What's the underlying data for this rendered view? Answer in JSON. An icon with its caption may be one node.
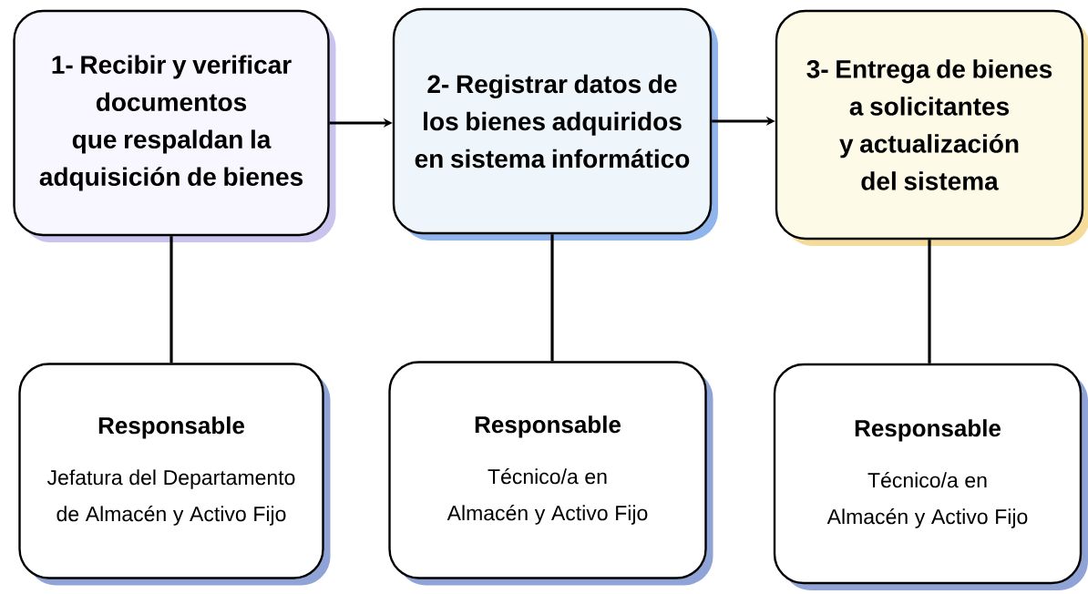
{
  "diagram": {
    "nodes": [
      {
        "text": [
          "1- Recibir y verificar documentos que respaldan la adquisición de bienes"
        ]
      },
      {
        "text": [
          "2- Registrar datos de los bienes adquiridos en sistema informático"
        ]
      },
      {
        "text": [
          "3-  Entrega de bienes a solicitantes y actualización del sistema"
        ]
      },
      {
        "text": [
          "Responsable",
          "Jefatura del Departamento de Almacén y Activo Fijo"
        ]
      },
      {
        "text": [
          "Responsable",
          "Técnico/a en Almacén y Activo Fijo"
        ]
      },
      {
        "text": [
          "Responsable",
          "Técnico/a en Almacén y Activo Fijo"
        ]
      }
    ],
    "edges": [
      {
        "from": 0,
        "to": 1,
        "arrow": "to"
      },
      {
        "from": 1,
        "to": 2,
        "arrow": "to"
      },
      {
        "from": 0,
        "to": 3,
        "arrow": "none"
      },
      {
        "from": 1,
        "to": 4,
        "arrow": "none"
      },
      {
        "from": 2,
        "to": 5,
        "arrow": "none"
      }
    ]
  }
}
